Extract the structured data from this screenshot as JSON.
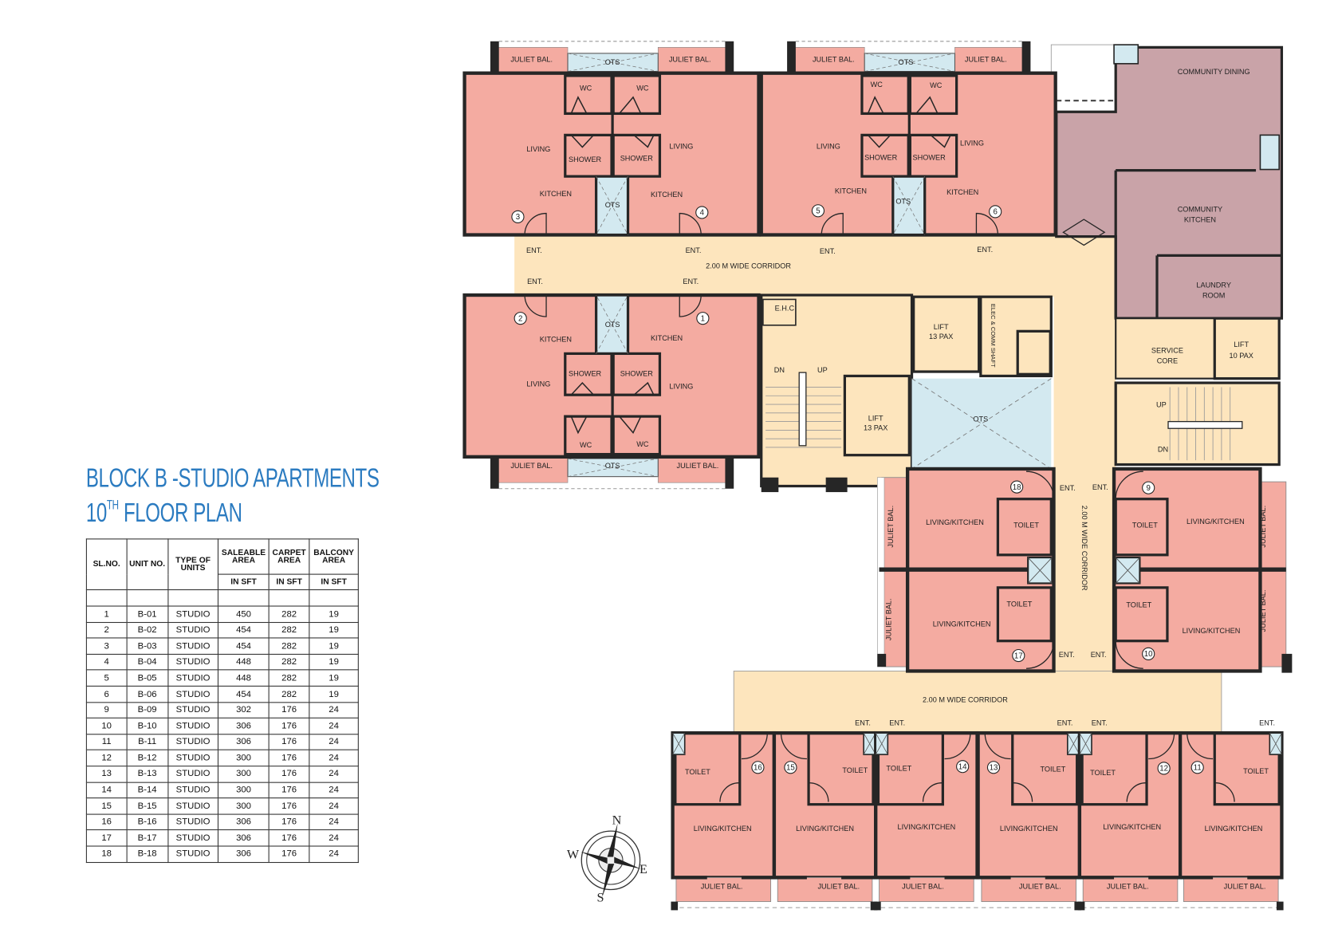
{
  "title": {
    "line1": "BLOCK B -STUDIO APARTMENTS",
    "floor_num": "10",
    "floor_sup": "TH",
    "floor_rest": " FLOOR PLAN"
  },
  "table": {
    "headers": {
      "sl_no": "SL.NO.",
      "unit_no": "UNIT NO.",
      "type": "TYPE OF UNITS",
      "saleable": "SALEABLE AREA",
      "carpet": "CARPET AREA",
      "balcony": "BALCONY AREA",
      "unit": "IN SFT"
    },
    "rows": [
      [
        "1",
        "B-01",
        "STUDIO",
        "450",
        "282",
        "19"
      ],
      [
        "2",
        "B-02",
        "STUDIO",
        "454",
        "282",
        "19"
      ],
      [
        "3",
        "B-03",
        "STUDIO",
        "454",
        "282",
        "19"
      ],
      [
        "4",
        "B-04",
        "STUDIO",
        "448",
        "282",
        "19"
      ],
      [
        "5",
        "B-05",
        "STUDIO",
        "448",
        "282",
        "19"
      ],
      [
        "6",
        "B-06",
        "STUDIO",
        "454",
        "282",
        "19"
      ],
      [
        "9",
        "B-09",
        "STUDIO",
        "302",
        "176",
        "24"
      ],
      [
        "10",
        "B-10",
        "STUDIO",
        "306",
        "176",
        "24"
      ],
      [
        "11",
        "B-11",
        "STUDIO",
        "306",
        "176",
        "24"
      ],
      [
        "12",
        "B-12",
        "STUDIO",
        "300",
        "176",
        "24"
      ],
      [
        "13",
        "B-13",
        "STUDIO",
        "300",
        "176",
        "24"
      ],
      [
        "14",
        "B-14",
        "STUDIO",
        "300",
        "176",
        "24"
      ],
      [
        "15",
        "B-15",
        "STUDIO",
        "300",
        "176",
        "24"
      ],
      [
        "16",
        "B-16",
        "STUDIO",
        "306",
        "176",
        "24"
      ],
      [
        "17",
        "B-17",
        "STUDIO",
        "306",
        "176",
        "24"
      ],
      [
        "18",
        "B-18",
        "STUDIO",
        "306",
        "176",
        "24"
      ]
    ]
  },
  "plan": {
    "juliet_bal": "JULIET BAL.",
    "ots": "OTS",
    "wc": "WC",
    "living": "LIVING",
    "shower": "SHOWER",
    "kitchen": "KITCHEN",
    "ent": "ENT.",
    "corridor": "2.00 M WIDE CORRIDOR",
    "toilet": "TOILET",
    "living_kitchen": "LIVING/KITCHEN",
    "community_dining": "COMMUNITY DINING",
    "community_kitchen": [
      "COMMUNITY",
      "KITCHEN"
    ],
    "laundry_room": [
      "LAUNDRY",
      "ROOM"
    ],
    "service_core": [
      "SERVICE",
      "CORE"
    ],
    "lift_10": [
      "LIFT",
      "10 PAX"
    ],
    "lift_13": [
      "LIFT",
      "13 PAX"
    ],
    "ehc": "E.H.C",
    "shaft": "ELEC & COMM SHAFT",
    "up": "UP",
    "dn": "DN",
    "unit_numbers": [
      "1",
      "2",
      "3",
      "4",
      "5",
      "6",
      "9",
      "10",
      "11",
      "12",
      "13",
      "14",
      "15",
      "16",
      "17",
      "18"
    ]
  },
  "compass": {
    "n": "N",
    "e": "E",
    "s": "S",
    "w": "W"
  },
  "colors": {
    "title": "#2b7bc0",
    "unit": "#f4aba1",
    "corridor": "#fde5bd",
    "community": "#c9a3a8",
    "ots": "#d3e9f0",
    "wall": "#262626"
  }
}
